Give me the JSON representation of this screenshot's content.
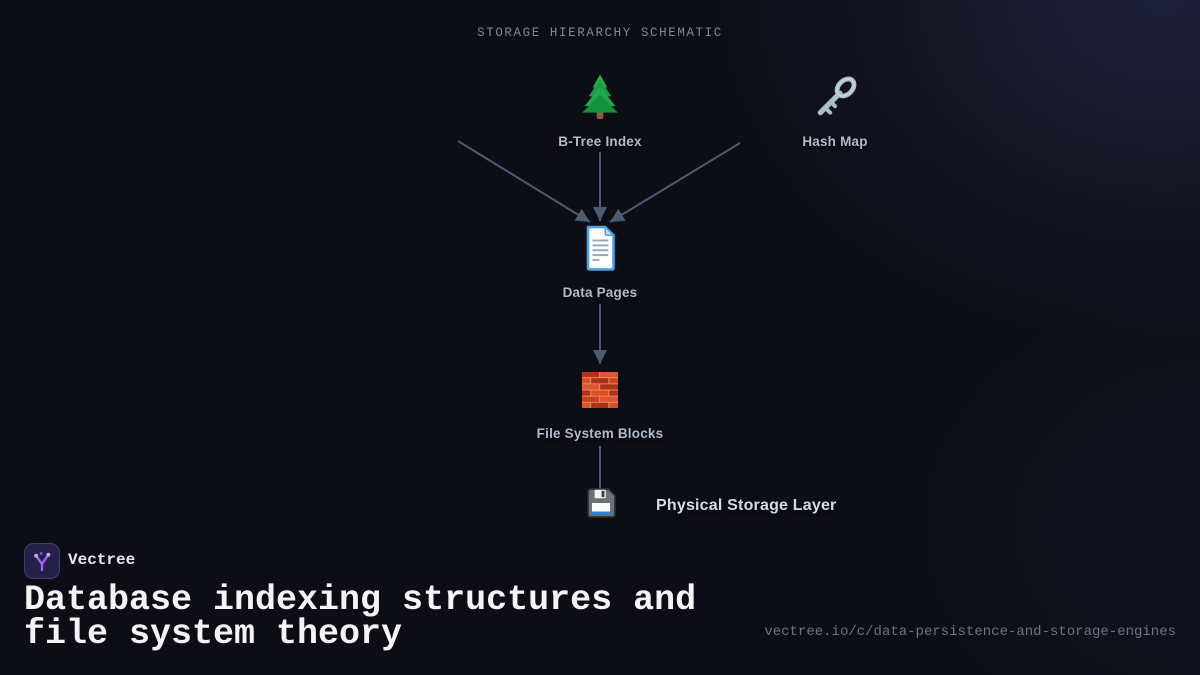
{
  "card": {
    "title": "STORAGE HIERARCHY SCHEMATIC"
  },
  "diagram": {
    "nodes": [
      {
        "id": "b-tree-index",
        "label": "B-Tree Index",
        "icon": "evergreen-tree-icon"
      },
      {
        "id": "hash-map",
        "label": "Hash Map",
        "icon": "old-key-icon"
      },
      {
        "id": "data-pages",
        "label": "Data Pages",
        "icon": "page-icon"
      },
      {
        "id": "file-system-blocks",
        "label": "File System Blocks",
        "icon": "brick-wall-icon"
      },
      {
        "id": "physical-storage-layer",
        "label": "Physical Storage Layer",
        "icon": "floppy-disk-icon"
      }
    ],
    "edges": [
      {
        "from": "upper-left",
        "to": "data-pages",
        "arrow": true
      },
      {
        "from": "b-tree-index",
        "to": "data-pages",
        "arrow": true
      },
      {
        "from": "hash-map",
        "to": "data-pages",
        "arrow": true
      },
      {
        "from": "data-pages",
        "to": "file-system-blocks",
        "arrow": true
      },
      {
        "from": "file-system-blocks",
        "to": "physical-storage-layer",
        "arrow": false
      }
    ]
  },
  "footer": {
    "brand": "Vectree",
    "heading": "Database indexing structures and file system theory",
    "url": "vectree.io/c/data-persistence-and-storage-engines"
  },
  "colors": {
    "background": "#0d0e15",
    "corner_glow": "#1d1f3a",
    "edge": "#4d5b70",
    "diagram_title": "#7f8899",
    "node_label": "#b0bccd",
    "physical_label": "#d6dce6",
    "heading_text": "#f4f4f6",
    "brand_text": "#e8e8ec",
    "url_text": "#6e7480",
    "logo_background": "#242148",
    "logo_glyph": "#a05df2"
  }
}
